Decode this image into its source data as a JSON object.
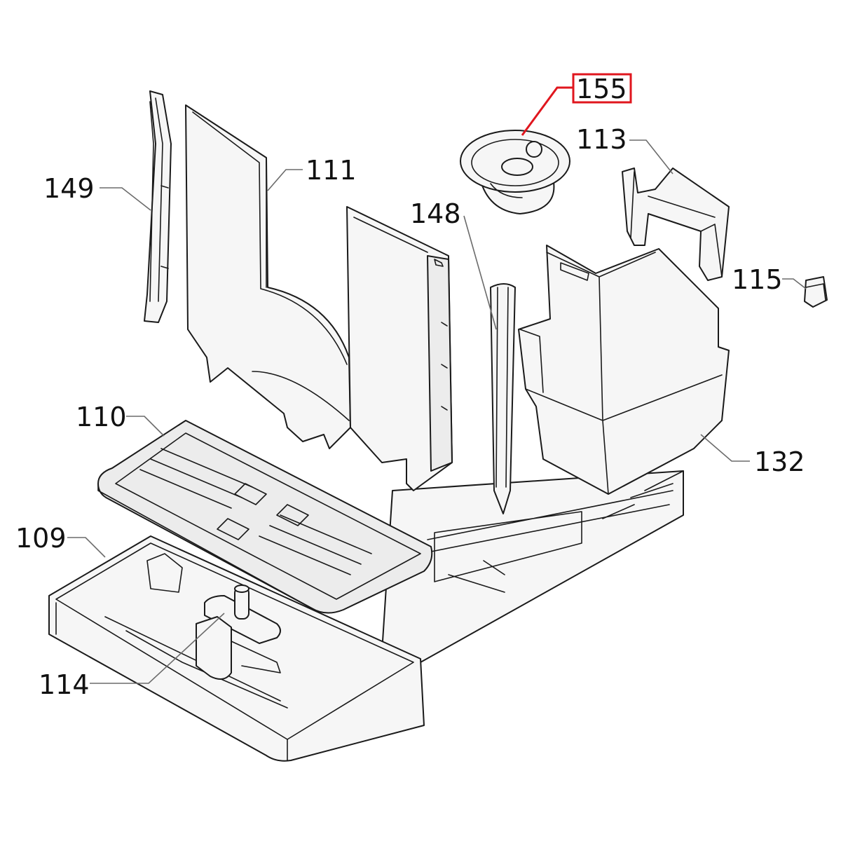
{
  "highlight_color": "#e0161e",
  "callouts": [
    {
      "id": "155",
      "label": "155",
      "highlighted": true
    },
    {
      "id": "113",
      "label": "113",
      "highlighted": false
    },
    {
      "id": "111",
      "label": "111",
      "highlighted": false
    },
    {
      "id": "149",
      "label": "149",
      "highlighted": false
    },
    {
      "id": "148",
      "label": "148",
      "highlighted": false
    },
    {
      "id": "115",
      "label": "115",
      "highlighted": false
    },
    {
      "id": "110",
      "label": "110",
      "highlighted": false
    },
    {
      "id": "132",
      "label": "132",
      "highlighted": false
    },
    {
      "id": "109",
      "label": "109",
      "highlighted": false
    },
    {
      "id": "114",
      "label": "114",
      "highlighted": false
    }
  ]
}
